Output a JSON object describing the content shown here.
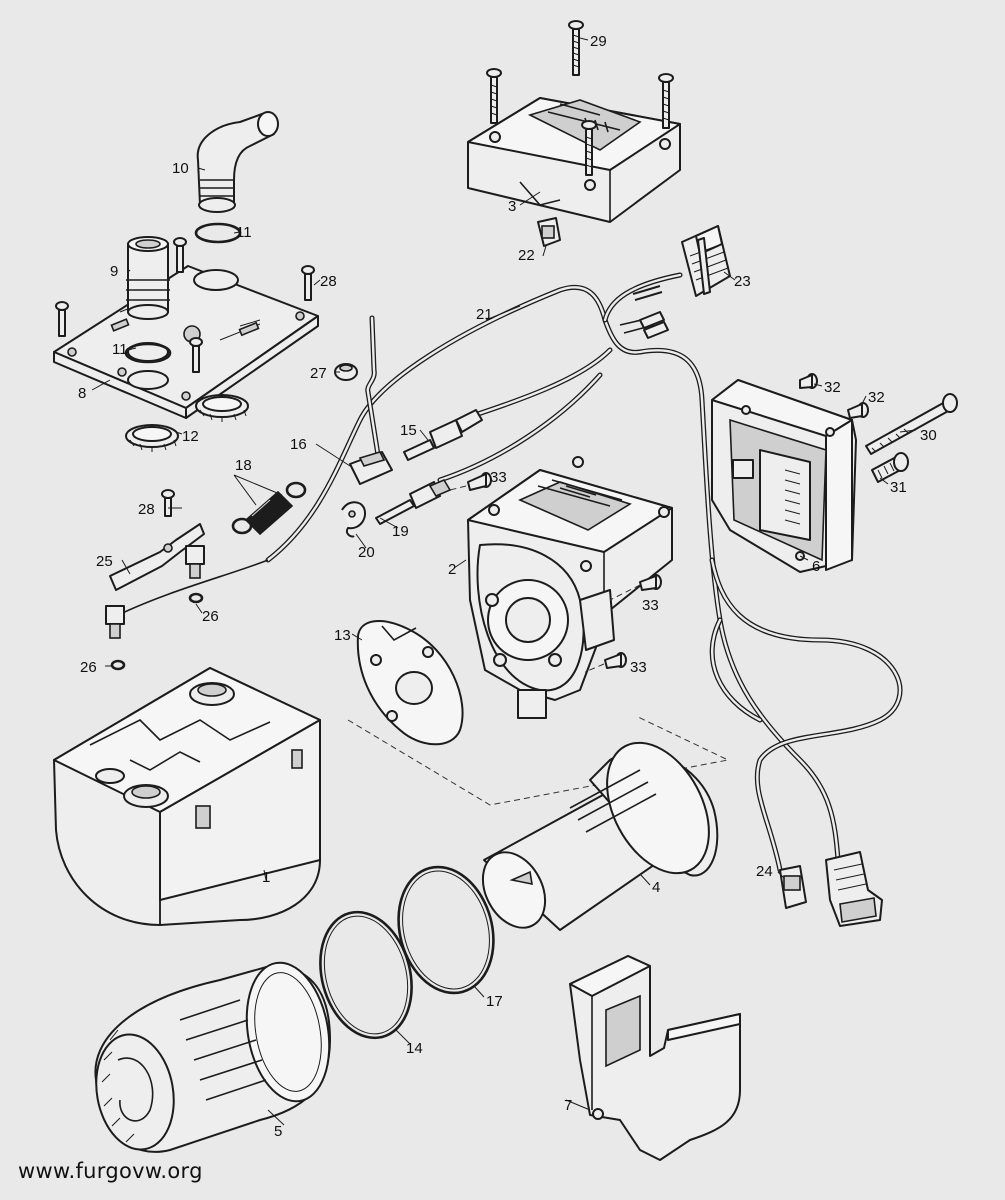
{
  "diagram": {
    "labels": {
      "p1": "1",
      "p2": "2",
      "p3": "3",
      "p4": "4",
      "p5": "5",
      "p6": "6",
      "p7": "7",
      "p8": "8",
      "p9": "9",
      "p10": "10",
      "p11a": "11",
      "p11b": "11",
      "p12": "12",
      "p13": "13",
      "p14": "14",
      "p15": "15",
      "p16": "16",
      "p17": "17",
      "p18": "18",
      "p19": "19",
      "p20": "20",
      "p21": "21",
      "p22": "22",
      "p23": "23",
      "p24": "24",
      "p25": "25",
      "p26a": "26",
      "p26b": "26",
      "p27": "27",
      "p28a": "28",
      "p28b": "28",
      "p29": "29",
      "p30": "30",
      "p31": "31",
      "p32a": "32",
      "p32b": "32",
      "p33a": "33",
      "p33b": "33",
      "p33c": "33"
    },
    "watermark": "www.furgovw.org"
  }
}
